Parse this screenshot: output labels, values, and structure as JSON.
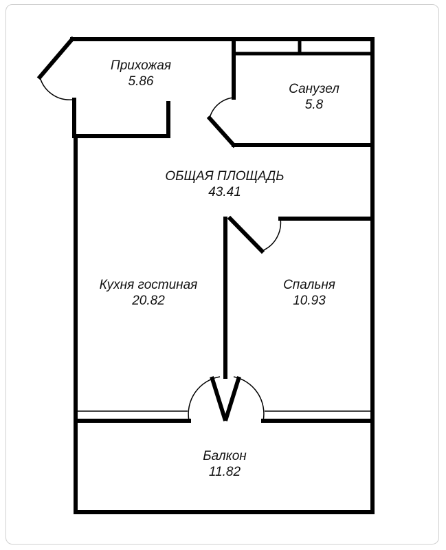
{
  "rooms": {
    "hallway": {
      "name": "Прихожая",
      "area": "5.86"
    },
    "bathroom": {
      "name": "Санузел",
      "area": "5.8"
    },
    "total": {
      "name": "ОБЩАЯ ПЛОЩАДЬ",
      "area": "43.41"
    },
    "kitchen_living": {
      "name": "Кухня гостиная",
      "area": "20.82"
    },
    "bedroom": {
      "name": "Спальня",
      "area": "10.93"
    },
    "balcony": {
      "name": "Балкон",
      "area": "11.82"
    }
  },
  "colors": {
    "wall": "#000000",
    "background": "#ffffff",
    "frame": "#cfcfcf"
  }
}
